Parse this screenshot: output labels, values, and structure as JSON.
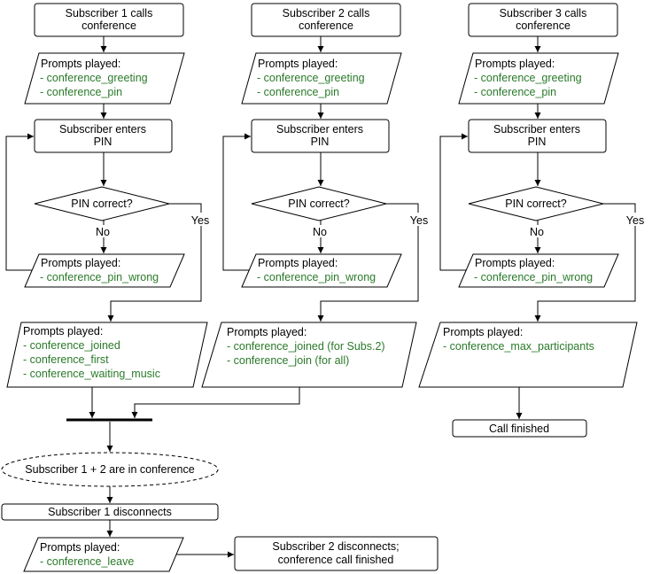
{
  "colors": {
    "prompt_text": "#2a7a2a",
    "stroke": "#000000",
    "background": "#ffffff"
  },
  "flow1": {
    "calls": [
      "Subscriber 1 calls",
      "conference"
    ],
    "prompts_heading": "Prompts played:",
    "prompts": [
      "- conference_greeting",
      "- conference_pin"
    ],
    "enter_pin": [
      "Subscriber enters",
      "PIN"
    ],
    "decision": "PIN correct?",
    "no_label": "No",
    "yes_label": "Yes",
    "wrong_heading": "Prompts played:",
    "wrong_prompt": "- conference_pin_wrong",
    "joined_heading": "Prompts played:",
    "joined_prompts": [
      "- conference_joined",
      "- conference_first",
      "- conference_waiting_music"
    ]
  },
  "flow2": {
    "calls": [
      "Subscriber 2 calls",
      "conference"
    ],
    "prompts_heading": "Prompts played:",
    "prompts": [
      "- conference_greeting",
      "- conference_pin"
    ],
    "enter_pin": [
      "Subscriber enters",
      "PIN"
    ],
    "decision": "PIN correct?",
    "no_label": "No",
    "yes_label": "Yes",
    "wrong_heading": "Prompts played:",
    "wrong_prompt": "- conference_pin_wrong",
    "joined_heading": "Prompts played:",
    "joined_prompts": [
      "- conference_joined (for Subs.2)",
      "- conference_join (for all)"
    ]
  },
  "flow3": {
    "calls": [
      "Subscriber 3 calls",
      "conference"
    ],
    "prompts_heading": "Prompts played:",
    "prompts": [
      "- conference_greeting",
      "- conference_pin"
    ],
    "enter_pin": [
      "Subscriber enters",
      "PIN"
    ],
    "decision": "PIN correct?",
    "no_label": "No",
    "yes_label": "Yes",
    "wrong_heading": "Prompts played:",
    "wrong_prompt": "- conference_pin_wrong",
    "max_heading": "Prompts played:",
    "max_prompt": "- conference_max_participants",
    "finished": "Call finished"
  },
  "bottom": {
    "in_conference": "Subscriber 1 + 2 are in conference",
    "sub1_disconnects": "Subscriber 1 disconnects",
    "leave_heading": "Prompts played:",
    "leave_prompt": "- conference_leave",
    "sub2_disconnects": [
      "Subscriber 2 disconnects;",
      "conference call finished"
    ]
  }
}
